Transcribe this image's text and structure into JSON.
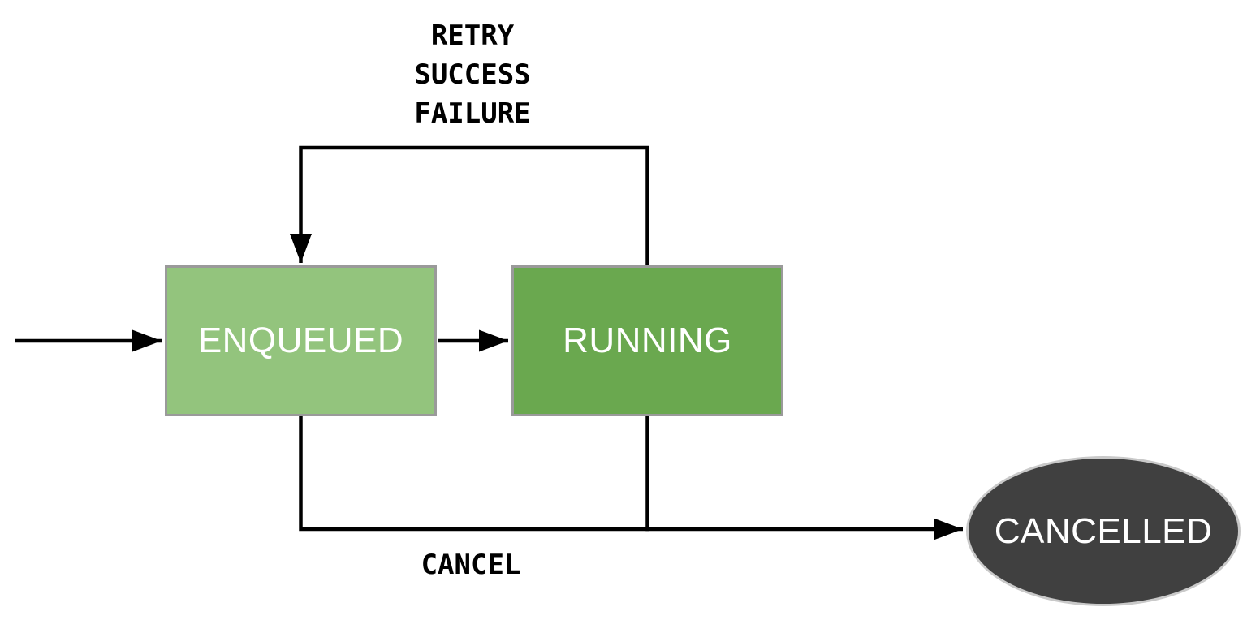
{
  "diagram": {
    "type": "state-machine",
    "background": "#ffffff",
    "line_color": "#000000",
    "edge_label_color": "#000000",
    "states": {
      "enqueued": {
        "label": "ENQUEUED",
        "shape": "rectangle",
        "fill": "#93c47d",
        "border_color": "#9a9a9a",
        "text_color": "#ffffff"
      },
      "running": {
        "label": "RUNNING",
        "shape": "rectangle",
        "fill": "#6aa84f",
        "border_color": "#9a9a9a",
        "text_color": "#ffffff"
      },
      "cancelled": {
        "label": "CANCELLED",
        "shape": "ellipse",
        "fill": "#404040",
        "border_color": "#c9c9c9",
        "text_color": "#ffffff"
      }
    },
    "edges": {
      "start_to_enqueued": {
        "from": "start",
        "to": "enqueued",
        "label": null
      },
      "enqueued_to_running": {
        "from": "enqueued",
        "to": "running",
        "label": null
      },
      "running_to_enqueued": {
        "from": "running",
        "to": "enqueued",
        "labels": [
          "RETRY",
          "SUCCESS",
          "FAILURE"
        ]
      },
      "cancel": {
        "from": [
          "enqueued",
          "running"
        ],
        "to": "cancelled",
        "label": "CANCEL"
      }
    }
  }
}
